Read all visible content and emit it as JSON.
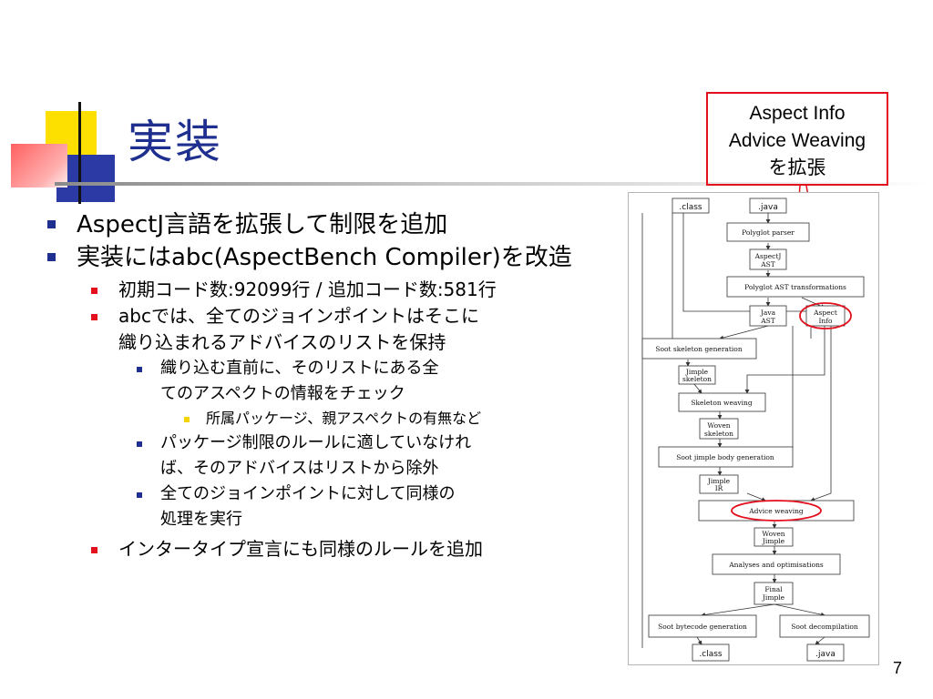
{
  "slide": {
    "title": "実装",
    "page_number": "7"
  },
  "callout": {
    "line1": "Aspect Info",
    "line2": "Advice Weaving",
    "line3": "を拡張"
  },
  "bullets": [
    {
      "level": 1,
      "text": "AspectJ言語を拡張して制限を追加"
    },
    {
      "level": 1,
      "text": "実装にはabc(AspectBench Compiler)を改造"
    },
    {
      "level": 2,
      "text": "初期コード数:92099行 / 追加コード数:581行"
    },
    {
      "level": 2,
      "text": "abcでは、全てのジョインポイントはそこに織り込まれるアドバイスのリストを保持"
    },
    {
      "level": 3,
      "text": "織り込む直前に、そのリストにある全てのアスペクトの情報をチェック"
    },
    {
      "level": 4,
      "text": "所属パッケージ、親アスペクトの有無など"
    },
    {
      "level": 3,
      "text": "パッケージ制限のルールに適していなければ、そのアドバイスはリストから除外"
    },
    {
      "level": 3,
      "text": "全てのジョインポイントに対して同様の処理を実行"
    },
    {
      "level": 2,
      "text": "インタータイプ宣言にも同様のルールを追加"
    }
  ],
  "flowchart": {
    "class_in": ".class",
    "java_in": ".java",
    "polyglot_parser": "Polyglot parser",
    "aspectj_ast_1": "AspectJ",
    "aspectj_ast_2": "AST",
    "polyglot_transform": "Polyglot AST transformations",
    "java_ast_1": "Java",
    "java_ast_2": "AST",
    "aspect_info_1": "Aspect",
    "aspect_info_2": "Info",
    "soot_skeleton_gen": "Soot skeleton generation",
    "jimple_skeleton_1": "Jimple",
    "jimple_skeleton_2": "skeleton",
    "skeleton_weaving": "Skeleton weaving",
    "woven_skeleton_1": "Woven",
    "woven_skeleton_2": "skeleton",
    "soot_jimple_body": "Soot jimple body generation",
    "jimple_ir_1": "Jimple",
    "jimple_ir_2": "IR",
    "advice_weaving": "Advice weaving",
    "woven_jimple_1": "Woven",
    "woven_jimple_2": "Jimple",
    "analyses": "Analyses and optimisations",
    "final_jimple_1": "Final",
    "final_jimple_2": "Jimple",
    "soot_bytecode": "Soot bytecode generation",
    "soot_decompilation": "Soot decompilation",
    "class_out": ".class",
    "java_out": ".java"
  },
  "colors": {
    "title": "#1f2f8f",
    "accent_red": "#e3101d",
    "bullet_blue": "#1f2f8f",
    "bullet_yellow": "#f2d400"
  }
}
